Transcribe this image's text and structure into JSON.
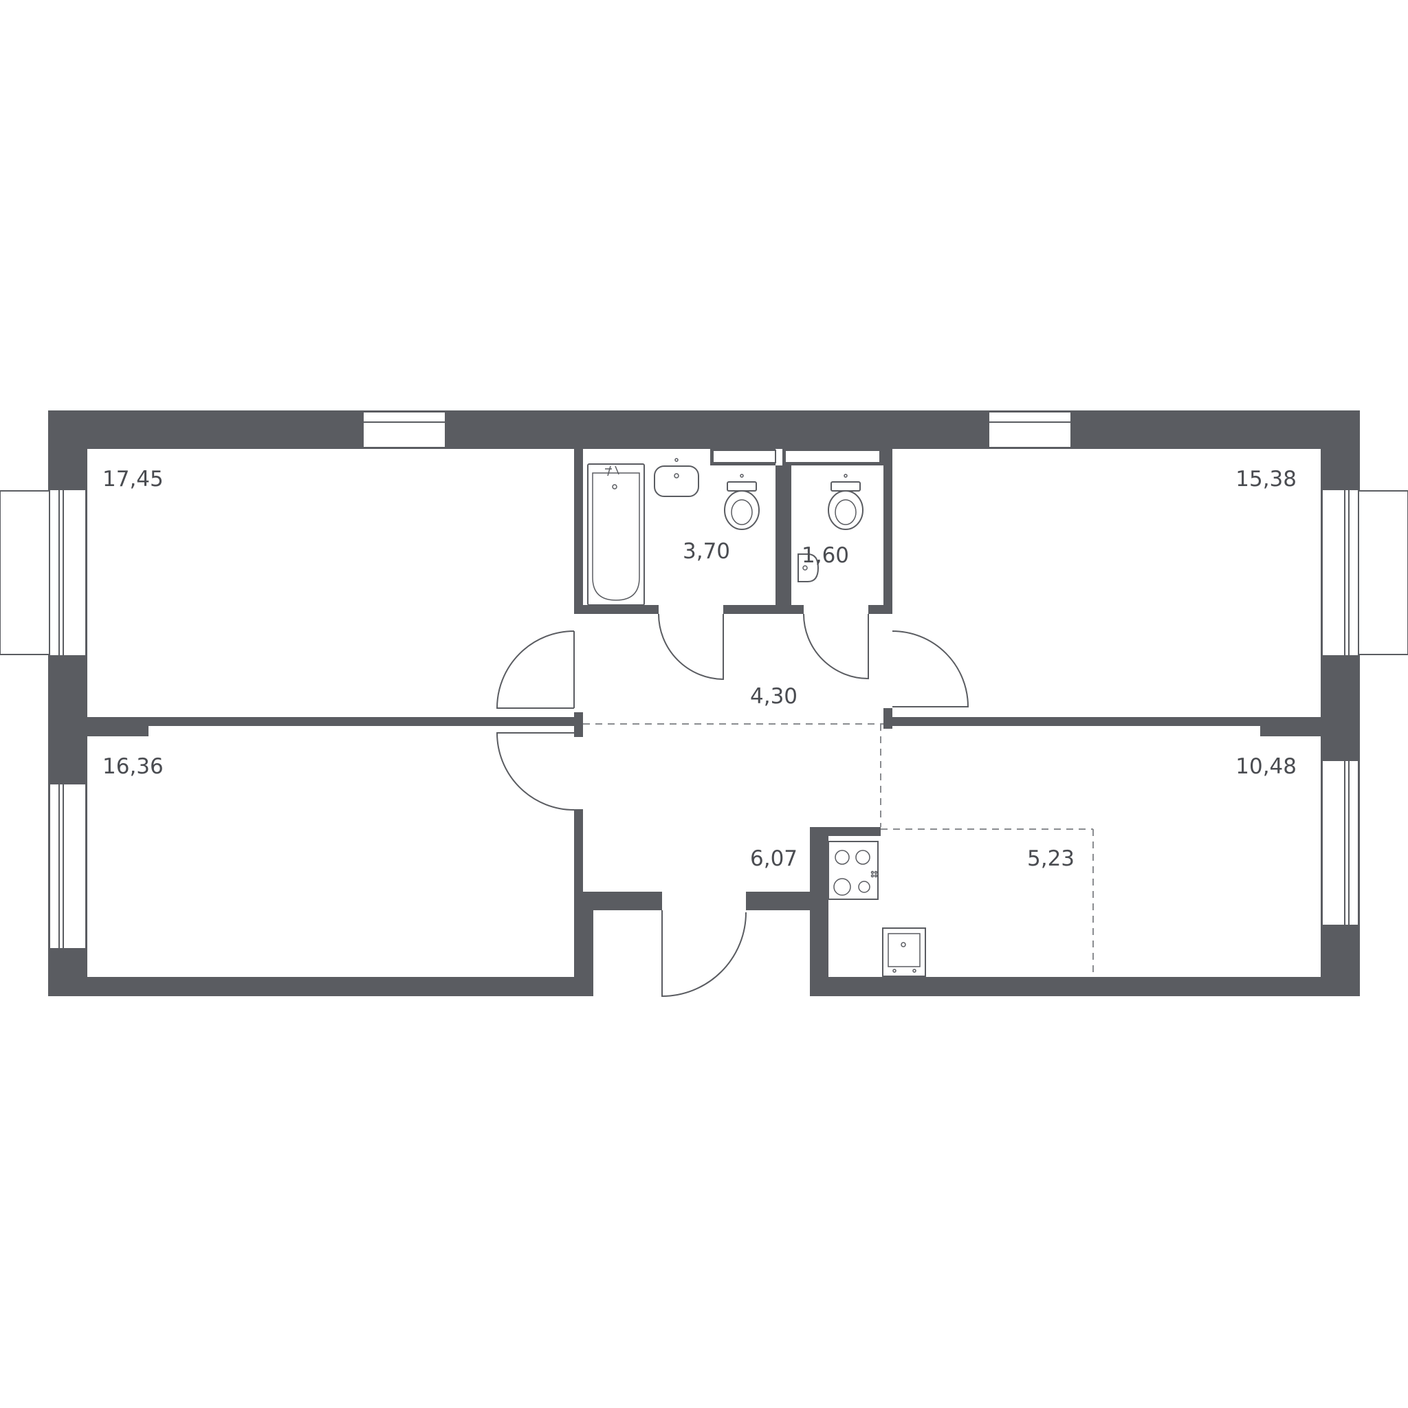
{
  "rooms": {
    "bedroom_top_left": {
      "area": "17,45"
    },
    "bedroom_bottom_left": {
      "area": "16,36"
    },
    "bathroom": {
      "area": "3,70"
    },
    "toilet": {
      "area": "1,60"
    },
    "bedroom_top_right": {
      "area": "15,38"
    },
    "room_bottom_right": {
      "area": "10,48"
    },
    "corridor": {
      "area": "4,30"
    },
    "hall": {
      "area": "6,07"
    },
    "kitchen": {
      "area": "5,23"
    }
  },
  "colors": {
    "wall": "#5a5c61",
    "background": "#ffffff",
    "text": "#4a4c51"
  },
  "icons": [
    "bathtub-icon",
    "sink-icon",
    "toilet-icon",
    "stove-icon",
    "kitchen-sink-icon"
  ]
}
